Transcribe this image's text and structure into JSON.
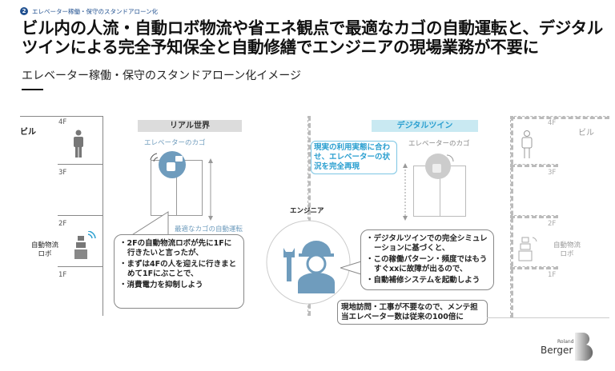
{
  "header": {
    "badge_number": "2",
    "kicker": "エレベーター稼働・保守のスタンドアローン化",
    "title_line1": "ビル内の人流・自動ロボ物流や省エネ観点で最適なカゴの自動運転と、デジタル",
    "title_line2": "ツインによる完全予知保全と自動修繕でエンジニアの現場業務が不要に",
    "subtitle": "エレベーター稼働・保守のスタンドアローン化イメージ"
  },
  "left_building": {
    "label": "ビル",
    "floors": [
      "4F",
      "3F",
      "2F",
      "1F"
    ],
    "robot_label": "自動物流ロボ"
  },
  "real_world": {
    "header": "リアル世界",
    "car_label": "エレベーターのカゴ",
    "motion_label": "最適なカゴの自動運転",
    "bullets": [
      "2Fの自動物流ロボが先に1Fに行きたいと言ったが、",
      "まずは4Fの人を迎えに行きまとめて1Fにぶことで、",
      "消費電力を抑制しよう"
    ]
  },
  "digital_twin": {
    "header": "デジタルツイン",
    "callout": "現実の利用実態に合わせ、エレベーターの状況を完全再現",
    "car_label": "エレベーターのカゴ"
  },
  "engineer": {
    "label": "エンジニア",
    "bullets": [
      "デジタルツインでの完全シミュレーションに基づくと、",
      "この稼働パターン・頻度ではもうすぐxxに故障が出るので、",
      "自動補修システムを起動しよう"
    ],
    "note": "現地訪問・工事が不要なので、メンテ担当エレベーター数は従来の100倍に"
  },
  "right_building": {
    "label": "ビル",
    "floors": [
      "4F",
      "3F",
      "2F",
      "1F"
    ],
    "robot_label": "自動物流ロボ"
  },
  "logo": {
    "small": "Roland",
    "large": "Berger"
  },
  "colors": {
    "accent": "#6f9cbd",
    "cyan": "#2a9fd0",
    "navy": "#1f4f8f"
  }
}
